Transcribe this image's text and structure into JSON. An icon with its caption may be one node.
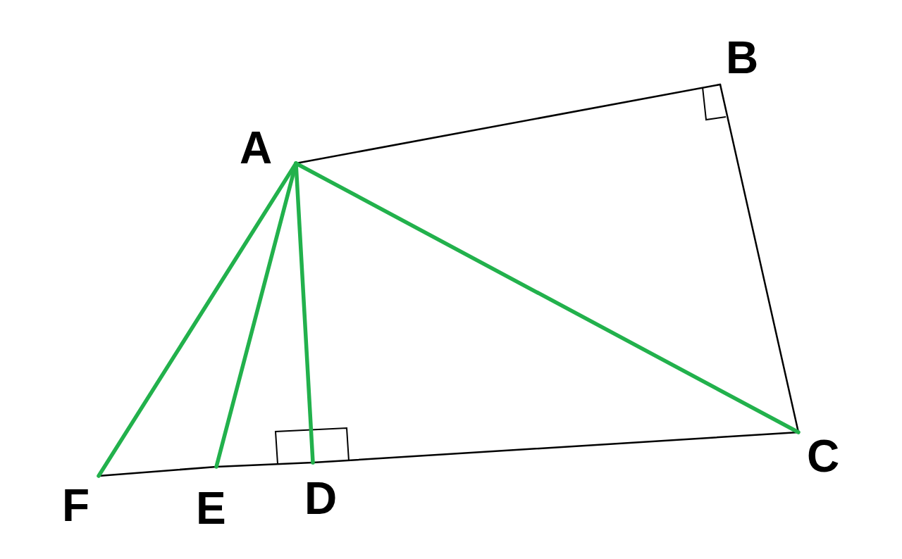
{
  "diagram": {
    "nodes": [
      {
        "text": [
          "A"
        ]
      },
      {
        "text": [
          "B"
        ]
      },
      {
        "text": [
          "C"
        ]
      },
      {
        "text": [
          "D"
        ]
      },
      {
        "text": [
          "E"
        ]
      },
      {
        "text": [
          "F"
        ]
      }
    ],
    "edges": [
      {
        "from": 0,
        "to": 1,
        "arrow": "none"
      },
      {
        "from": 1,
        "to": 2,
        "arrow": "none"
      },
      {
        "from": 2,
        "to": 3,
        "arrow": "none"
      },
      {
        "from": 3,
        "to": 4,
        "arrow": "none"
      },
      {
        "from": 4,
        "to": 5,
        "arrow": "none"
      },
      {
        "from": 0,
        "to": 5,
        "arrow": "none",
        "style": "thick",
        "color": "#22b14c"
      },
      {
        "from": 0,
        "to": 4,
        "arrow": "none",
        "style": "thick",
        "color": "#22b14c"
      },
      {
        "from": 0,
        "to": 3,
        "arrow": "none",
        "style": "thick",
        "color": "#22b14c"
      },
      {
        "from": 0,
        "to": 2,
        "arrow": "none",
        "style": "thick",
        "color": "#22b14c"
      }
    ]
  }
}
